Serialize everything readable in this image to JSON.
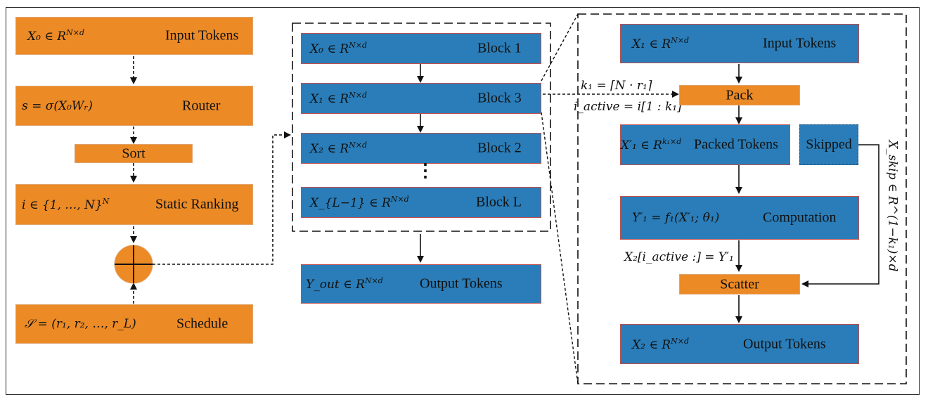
{
  "left": {
    "input": {
      "math": "X₀ ∈ R",
      "sup": "N×d",
      "label": "Input Tokens"
    },
    "router": {
      "math": "s = σ(X₀Wᵣ)",
      "label": "Router"
    },
    "sort": {
      "label": "Sort"
    },
    "ranking": {
      "math": "i ∈ {1, …, N}",
      "sup": "N",
      "label": "Static Ranking"
    },
    "schedule": {
      "math": "𝒮 = (r₁, r₂, …, r_L)",
      "label": "Schedule"
    }
  },
  "middle": {
    "blocks": [
      {
        "math": "X₀ ∈ R",
        "sup": "N×d",
        "label": "Block 1"
      },
      {
        "math": "X₁ ∈ R",
        "sup": "N×d",
        "label": "Block 3"
      },
      {
        "math": "X₂ ∈ R",
        "sup": "N×d",
        "label": "Block 2"
      },
      {
        "math": "X_{L−1} ∈ R",
        "sup": "N×d",
        "label": "Block L"
      }
    ],
    "dots": "⋮",
    "output": {
      "math": "Y_out ∈ R",
      "sup": "N×d",
      "label": "Output Tokens"
    }
  },
  "right": {
    "input": {
      "math": "X₁ ∈ R",
      "sup": "N×d",
      "label": "Input Tokens"
    },
    "pack": {
      "label": "Pack"
    },
    "k1": "k₁ = ⌈N · r₁⌉",
    "iactive": "i_active = i[1 : k₁]",
    "packed": {
      "math": "X′₁ ∈ R",
      "sup": "k₁×d",
      "label": "Packed Tokens"
    },
    "skipped": {
      "label": "Skipped"
    },
    "xskip": "X_skip ∈ R^(1−k₁)×d",
    "computation": {
      "math": "Y′₁ = f₁(X′₁; θ₁)",
      "label": "Computation"
    },
    "assign": "X₂[i_active :] = Y′₁",
    "scatter": {
      "label": "Scatter"
    },
    "output": {
      "math": "X₂ ∈ R",
      "sup": "N×d",
      "label": "Output Tokens"
    }
  },
  "colors": {
    "orange": "#ec8a26",
    "blue": "#2a7db8",
    "border_red": "#c0504d"
  }
}
